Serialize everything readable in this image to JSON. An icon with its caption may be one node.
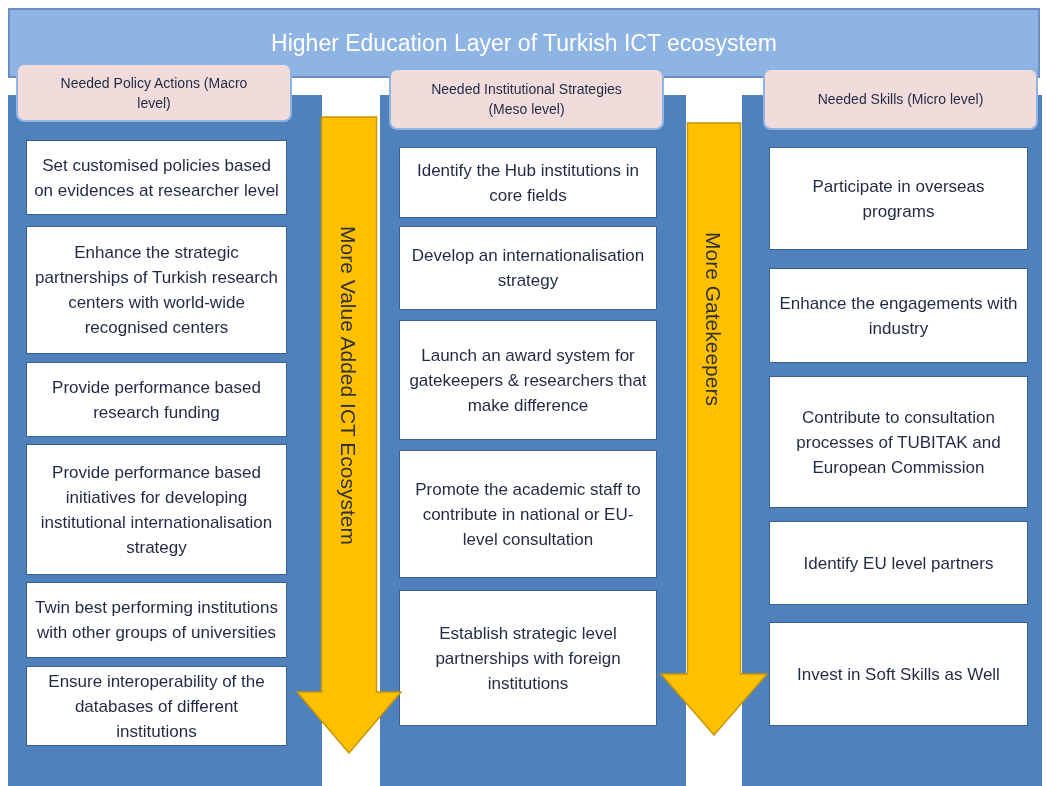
{
  "diagram": {
    "nodes": [
      {
        "text": [
          "Higher Education Layer of Turkish ICT ecosystem"
        ]
      },
      {
        "text": [
          "Needed Policy Actions (Macro level)"
        ]
      },
      {
        "text": [
          "Set customised policies based on evidences at researcher level"
        ],
        "in": 1
      },
      {
        "text": [
          "Enhance the strategic partnerships of Turkish research centers with world-wide recognised centers"
        ],
        "in": 1
      },
      {
        "text": [
          "Provide performance based research funding"
        ],
        "in": 1
      },
      {
        "text": [
          "Provide performance based initiatives for developing institutional internationalisation strategy"
        ],
        "in": 1
      },
      {
        "text": [
          "Twin best performing institutions with other groups of universities"
        ],
        "in": 1
      },
      {
        "text": [
          "Ensure interoperability of the databases of different institutions"
        ],
        "in": 1
      },
      {
        "text": [
          "More Value Added ICT Ecosystem"
        ]
      },
      {
        "text": [
          "Needed Institutional Strategies (Meso level)"
        ]
      },
      {
        "text": [
          "Identify the Hub institutions in core fields"
        ],
        "in": 9
      },
      {
        "text": [
          "Develop an internationalisation strategy"
        ],
        "in": 9
      },
      {
        "text": [
          "Launch an award system for gatekeepers & researchers that make difference"
        ],
        "in": 9
      },
      {
        "text": [
          "Promote the academic staff to contribute in national or EU-level consultation"
        ],
        "in": 9
      },
      {
        "text": [
          "Establish strategic level partnerships with foreign institutions"
        ],
        "in": 9
      },
      {
        "text": [
          "More Gatekeepers"
        ]
      },
      {
        "text": [
          "Needed Skills (Micro level)"
        ]
      },
      {
        "text": [
          "Participate in overseas programs"
        ],
        "in": 16
      },
      {
        "text": [
          "Enhance the engagements with industry"
        ],
        "in": 16
      },
      {
        "text": [
          "Contribute to consultation processes of TUBITAK and European Commission"
        ],
        "in": 16
      },
      {
        "text": [
          "Identify EU level partners"
        ],
        "in": 16
      },
      {
        "text": [
          "Invest in Soft Skills as Well"
        ],
        "in": 16
      }
    ]
  }
}
